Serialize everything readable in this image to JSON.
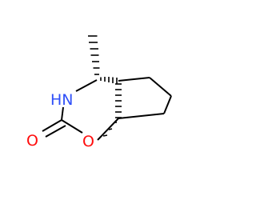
{
  "molecule": {
    "atoms": {
      "nitrogen": "HN",
      "carbonyl_oxygen": "O",
      "ring_oxygen": "O"
    },
    "colors": {
      "nitrogen": "#3050F8",
      "oxygen": "#FF0D0D",
      "bond": "#000000"
    }
  }
}
